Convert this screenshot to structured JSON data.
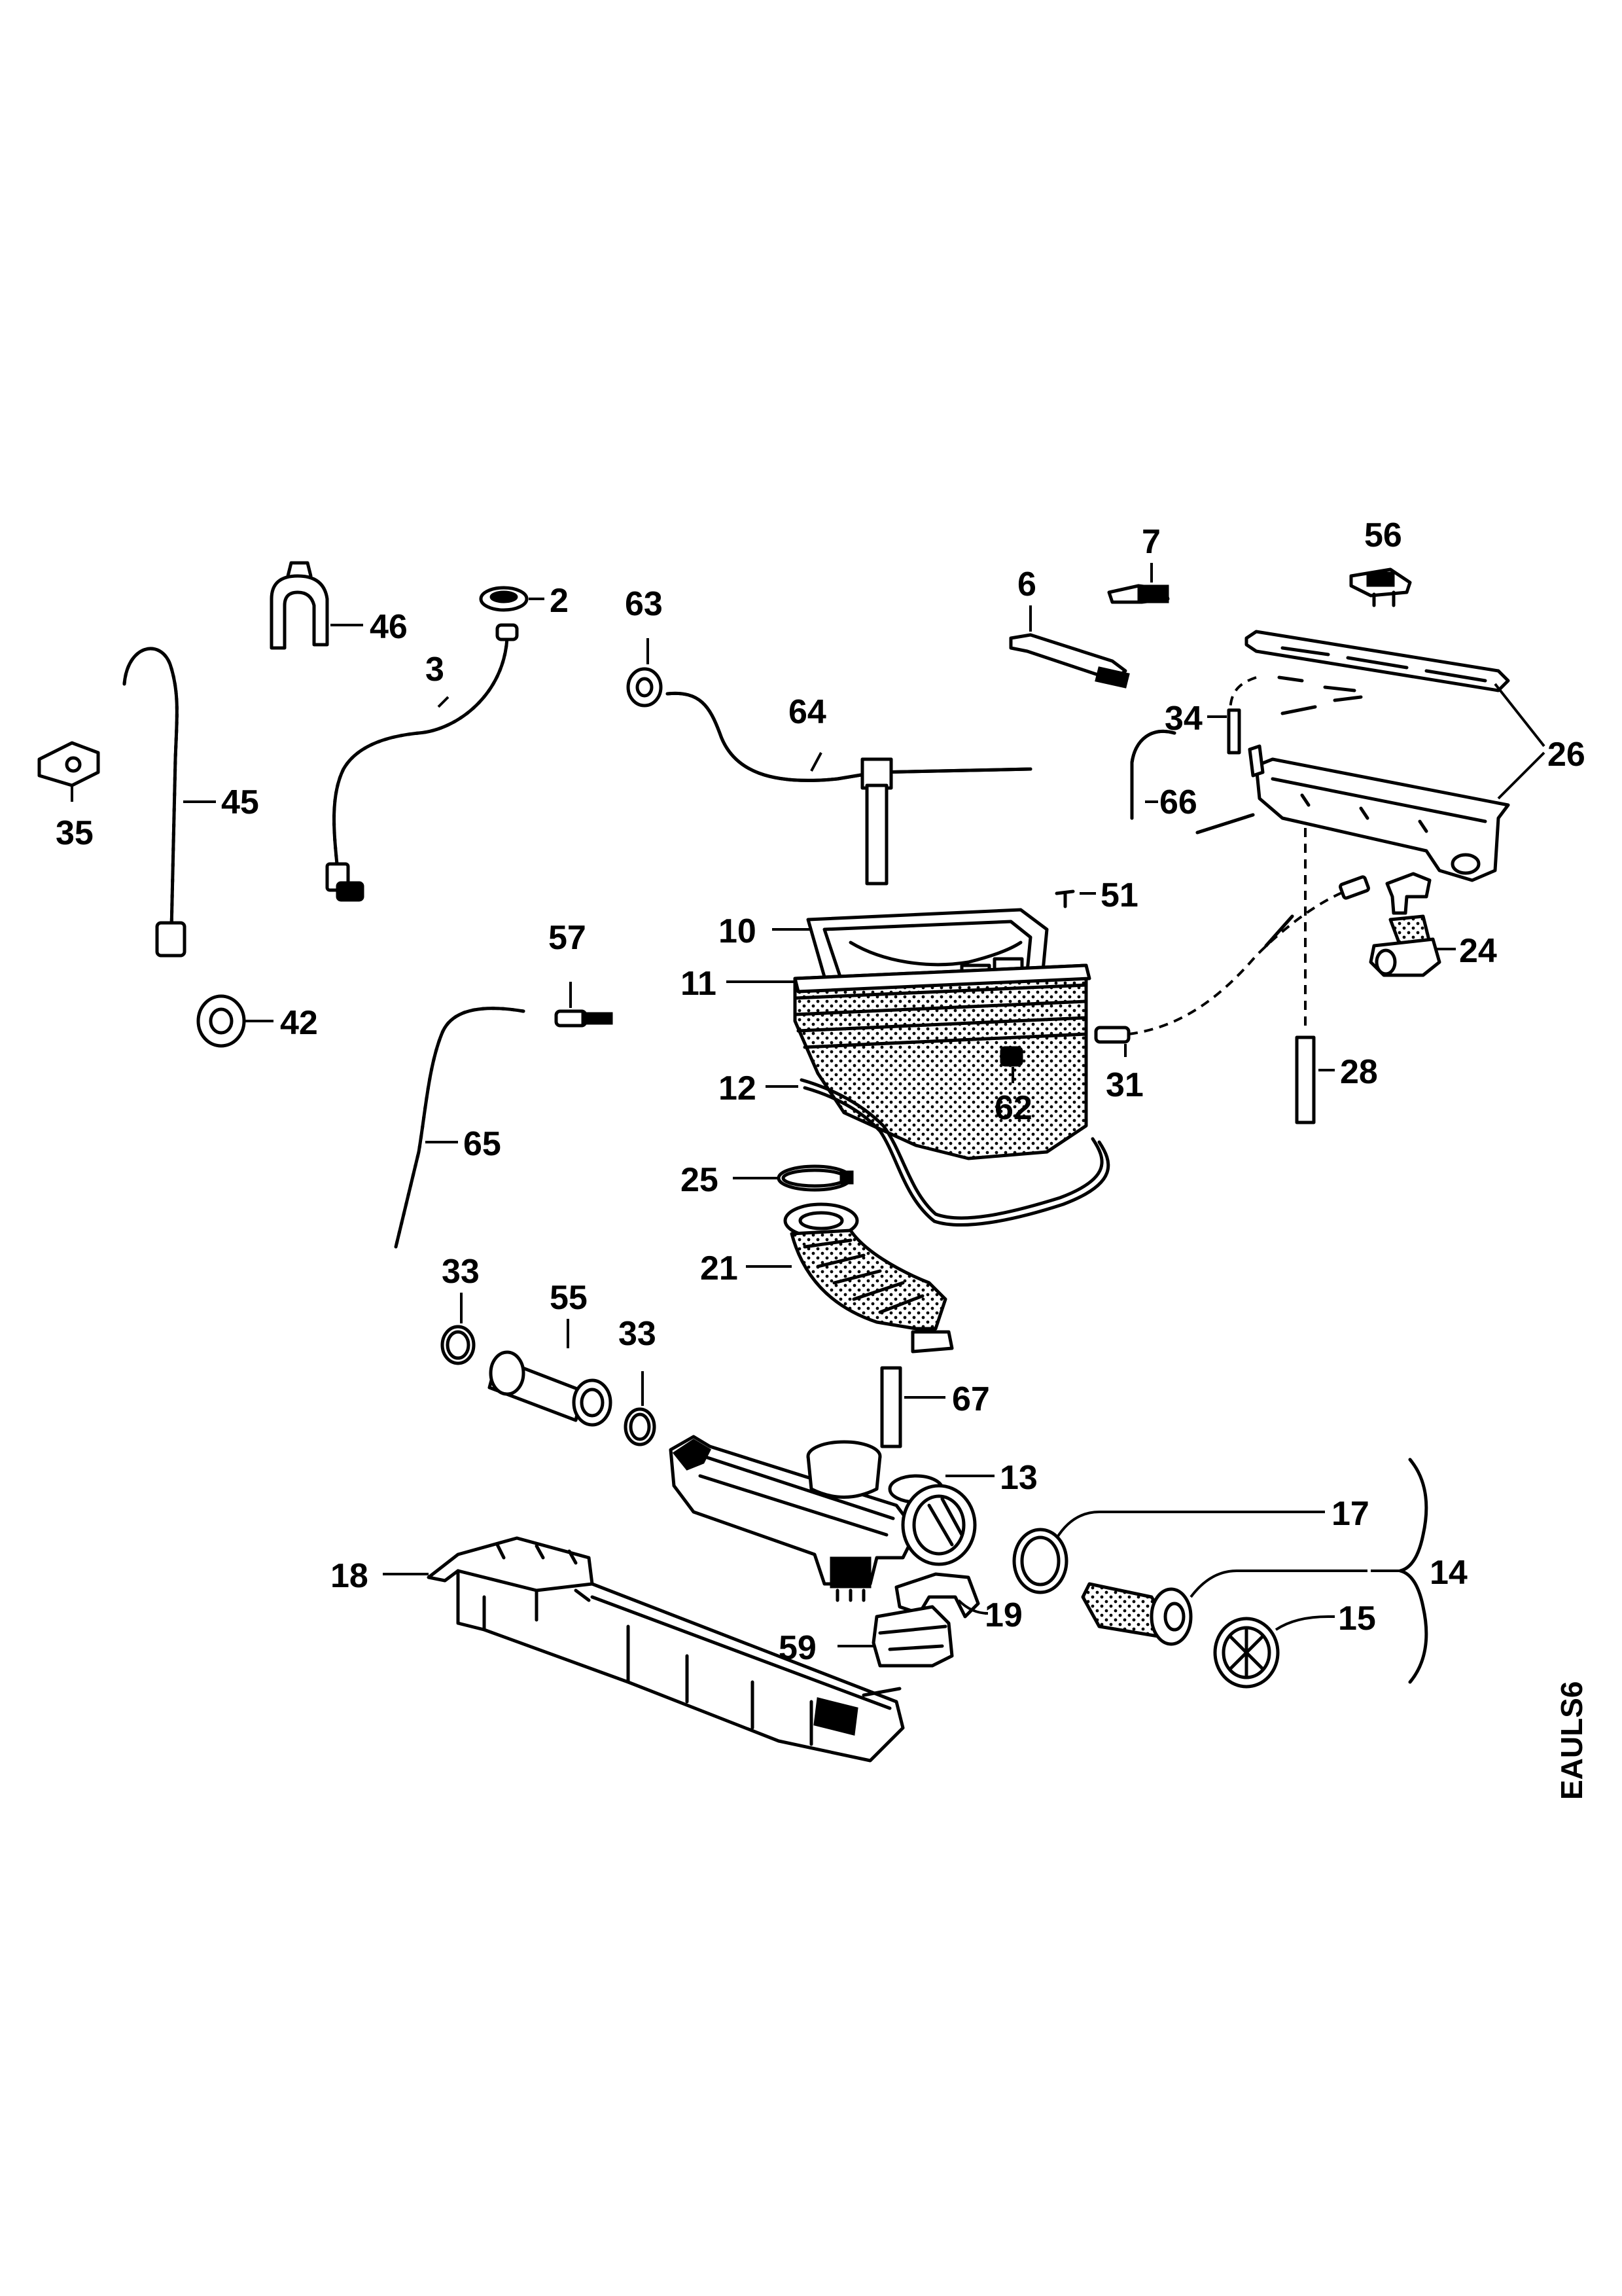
{
  "labels": {
    "l2": "2",
    "l3": "3",
    "l6": "6",
    "l7": "7",
    "l10": "10",
    "l11": "11",
    "l12": "12",
    "l13": "13",
    "l14": "14",
    "l15": "15",
    "l17": "17",
    "l18": "18",
    "l19": "19",
    "l21": "21",
    "l24": "24",
    "l25": "25",
    "l26": "26",
    "l28": "28",
    "l31": "31",
    "l33a": "33",
    "l33b": "33",
    "l34": "34",
    "l35": "35",
    "l42": "42",
    "l45": "45",
    "l46": "46",
    "l51": "51",
    "l55": "55",
    "l56": "56",
    "l57": "57",
    "l59": "59",
    "l62": "62",
    "l63": "63",
    "l64": "64",
    "l65": "65",
    "l66": "66",
    "l67": "67"
  },
  "diagram_code": "EAULS6"
}
